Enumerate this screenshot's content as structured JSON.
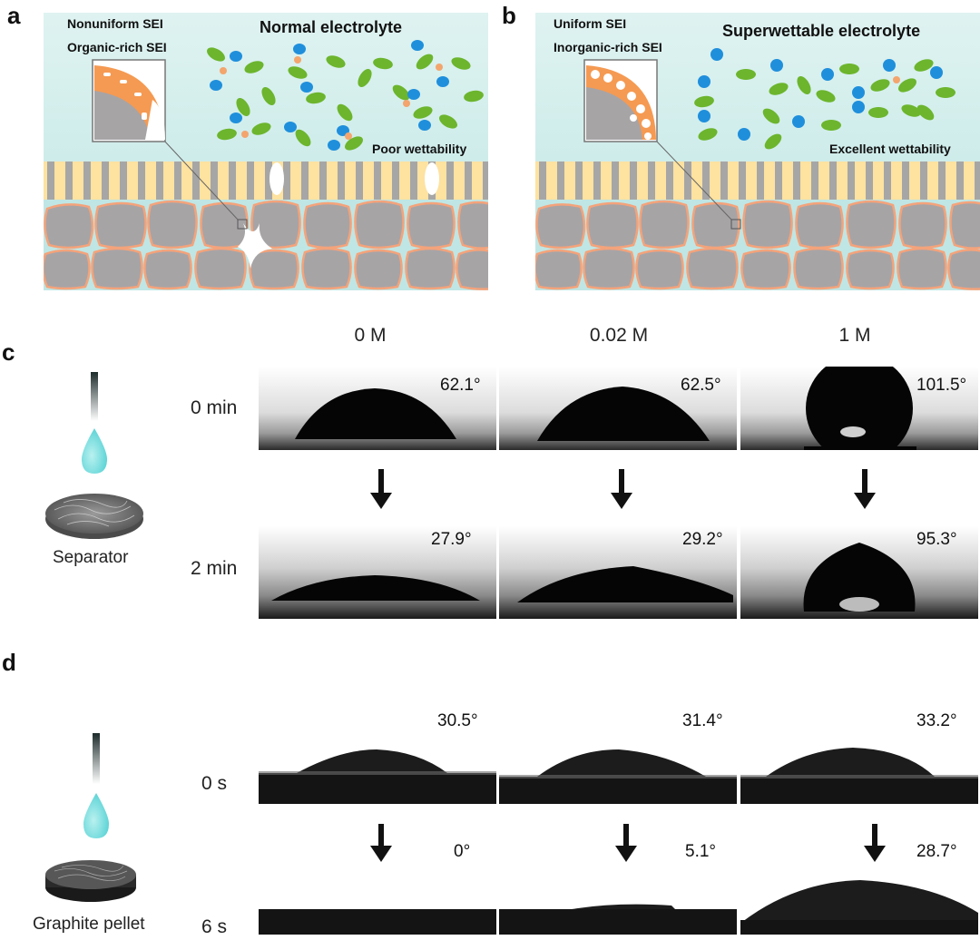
{
  "panels": {
    "a": {
      "letter": "a",
      "title": "Normal electrolyte",
      "sei_line1": "Nonuniform SEI",
      "sei_line2": "Organic-rich SEI",
      "wettability": "Poor wettability"
    },
    "b": {
      "letter": "b",
      "title": "Superwettable electrolyte",
      "sei_line1": "Uniform SEI",
      "sei_line2": "Inorganic-rich SEI",
      "wettability": "Excellent wettability"
    },
    "c": {
      "letter": "c",
      "columns": [
        "0 M",
        "0.02 M",
        "1 M"
      ],
      "rows": [
        "0 min",
        "2 min"
      ],
      "angles_row1": [
        "62.1°",
        "62.5°",
        "101.5°"
      ],
      "angles_row2": [
        "27.9°",
        "29.2°",
        "95.3°"
      ],
      "sample_label": "Separator"
    },
    "d": {
      "letter": "d",
      "rows": [
        "0 s",
        "6 s"
      ],
      "angles_row1": [
        "30.5°",
        "31.4°",
        "33.2°"
      ],
      "angles_row2": [
        "0°",
        "5.1°",
        "28.7°"
      ],
      "sample_label": "Graphite pellet"
    }
  },
  "colors": {
    "electrolyte_bg": "#bfe6e4",
    "separator_yellow": "#fde2a0",
    "separator_gray": "#a6a6a6",
    "particle_gray": "#a7a4a6",
    "particle_outline": "#f4a37b",
    "sei_orange": "#f59a52",
    "solvent_green": "#6cb52d",
    "anion_blue": "#1f8fdc",
    "cation_orange": "#f3a56d",
    "droplet_cyan": "#5fd4d6"
  }
}
